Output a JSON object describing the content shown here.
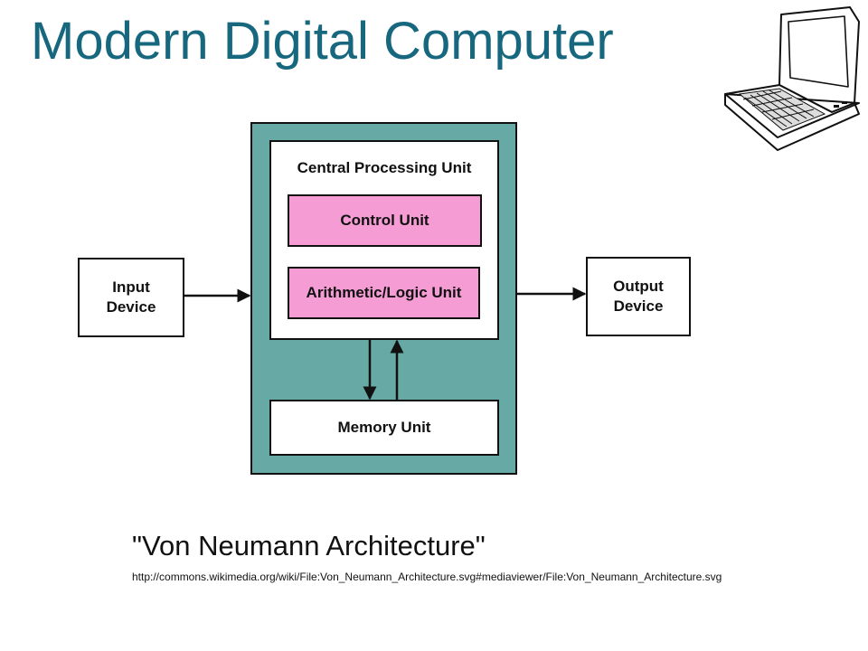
{
  "slide": {
    "title": "Modern Digital Computer",
    "title_color": "#17677e",
    "icon": "laptop-clipart-icon"
  },
  "diagram": {
    "input_device": [
      "Input",
      "Device"
    ],
    "output_device": [
      "Output",
      "Device"
    ],
    "cpu_label": "Central Processing Unit",
    "control_unit": "Control Unit",
    "alu": "Arithmetic/Logic Unit",
    "memory_unit": "Memory Unit",
    "colors": {
      "computer_fill": "#67aaa5",
      "unit_fill": "#f59cd4",
      "box_fill": "#ffffff",
      "stroke": "#111111"
    }
  },
  "caption": {
    "title": "\"Von Neumann Architecture\"",
    "url": "http://commons.wikimedia.org/wiki/File:Von_Neumann_Architecture.svg#mediaviewer/File:Von_Neumann_Architecture.svg"
  }
}
